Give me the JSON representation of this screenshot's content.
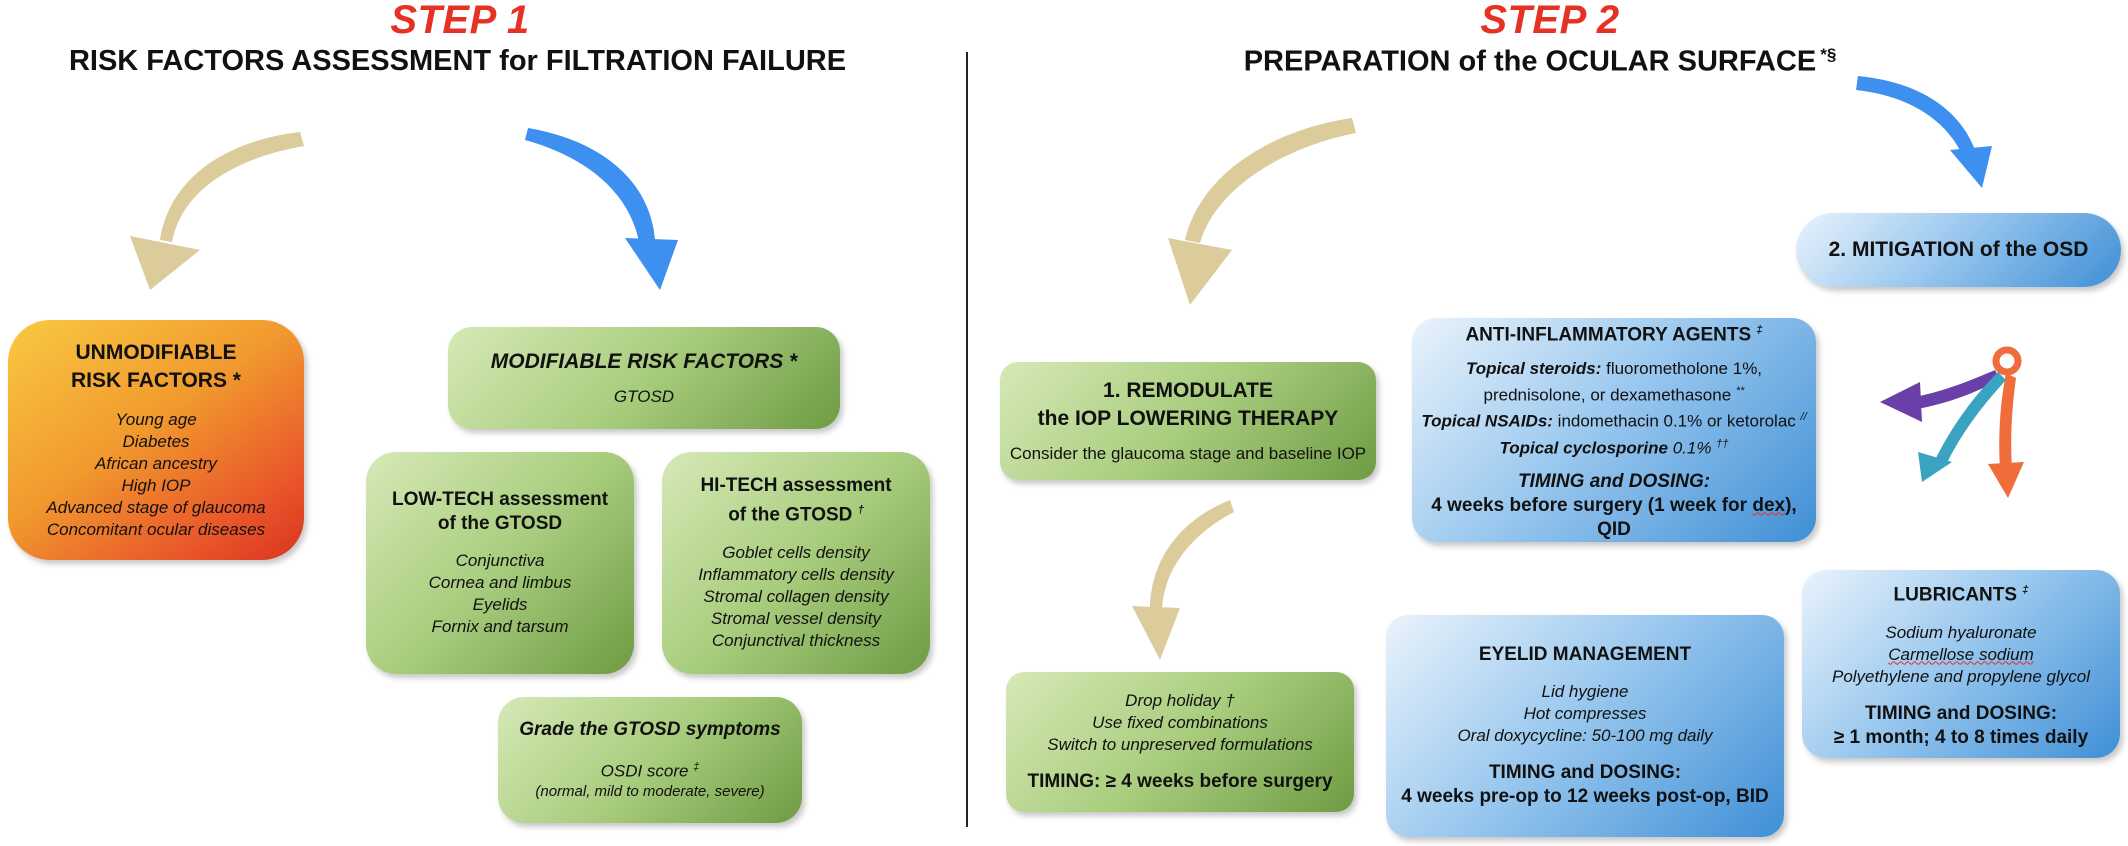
{
  "step1": {
    "label": "STEP 1",
    "title": "RISK FACTORS ASSESSMENT for FILTRATION FAILURE",
    "unmodifiable": {
      "title_line1": "UNMODIFIABLE",
      "title_line2": "RISK FACTORS *",
      "items": [
        "Young age",
        "Diabetes",
        "African ancestry",
        "High IOP",
        "Advanced stage of glaucoma",
        "Concomitant ocular diseases"
      ]
    },
    "modifiable": {
      "title": "MODIFIABLE RISK FACTORS *",
      "subtitle": "GTOSD"
    },
    "low_tech": {
      "title_line1": "LOW-TECH assessment",
      "title_line2": "of the GTOSD",
      "items": [
        "Conjunctiva",
        "Cornea and limbus",
        "Eyelids",
        "Fornix and tarsum"
      ]
    },
    "hi_tech": {
      "title_line1": "HI-TECH assessment",
      "title_line2": "of the GTOSD",
      "title_mark": "†",
      "items": [
        "Goblet cells density",
        "Inflammatory cells density",
        "Stromal collagen density",
        "Stromal vessel density",
        "Conjunctival thickness"
      ]
    },
    "grade": {
      "title": "Grade the GTOSD symptoms",
      "score": "OSDI score",
      "score_mark": "‡",
      "range": "(normal, mild to moderate, severe)"
    }
  },
  "step2": {
    "label": "STEP 2",
    "title": "PREPARATION of the OCULAR SURFACE",
    "title_mark": "*§",
    "remodulate": {
      "title_line1": "1. REMODULATE",
      "title_line2": "the IOP LOWERING THERAPY",
      "note": "Consider the glaucoma stage and baseline IOP"
    },
    "remodulate_actions": {
      "item1": "Drop holiday",
      "item1_mark": "†",
      "item2": "Use fixed combinations",
      "item3": "Switch to unpreserved formulations",
      "timing": "TIMING: ≥ 4 weeks before surgery"
    },
    "mitigation": {
      "title": "2. MITIGATION of the OSD"
    },
    "anti_inflammatory": {
      "title": "ANTI-INFLAMMATORY AGENTS",
      "title_mark": "‡",
      "steroids_label": "Topical steroids:",
      "steroids_text": " fluorometholone 1%,",
      "steroids_text2": "prednisolone, or dexamethasone",
      "steroids_mark": "**",
      "nsaids_label": "Topical NSAIDs:",
      "nsaids_text": " indomethacin 0.1% or ketorolac",
      "nsaids_mark": "//",
      "cyclo_label": "Topical cyclosporine",
      "cyclo_text": " 0.1%",
      "cyclo_mark": "††",
      "timing_title": "TIMING and DOSING:",
      "timing_pre": "4 weeks before surgery (1 week for ",
      "timing_dex": "dex",
      "timing_post": "), QID"
    },
    "eyelid": {
      "title": "EYELID MANAGEMENT",
      "items": [
        "Lid hygiene",
        "Hot compresses",
        "Oral doxycycline: 50-100 mg daily"
      ],
      "timing_title": "TIMING and DOSING:",
      "timing_text": "4 weeks pre-op to 12 weeks post-op, BID"
    },
    "lubricants": {
      "title": "LUBRICANTS",
      "title_mark": "‡",
      "item1": "Sodium hyaluronate",
      "item2": "Carmellose sodium",
      "item3": "Polyethylene and propylene glycol",
      "timing_title": "TIMING and DOSING:",
      "timing_text": "≥ 1 month; 4 to 8 times daily"
    }
  },
  "colors": {
    "step_red": "#e53222",
    "tan_arrow": "#dccc9c",
    "blue_arrow": "#3d8ff0",
    "purple_arrow": "#6b3fa8",
    "teal_arrow": "#3aa3c2",
    "orange_arrow": "#f06c3a"
  }
}
